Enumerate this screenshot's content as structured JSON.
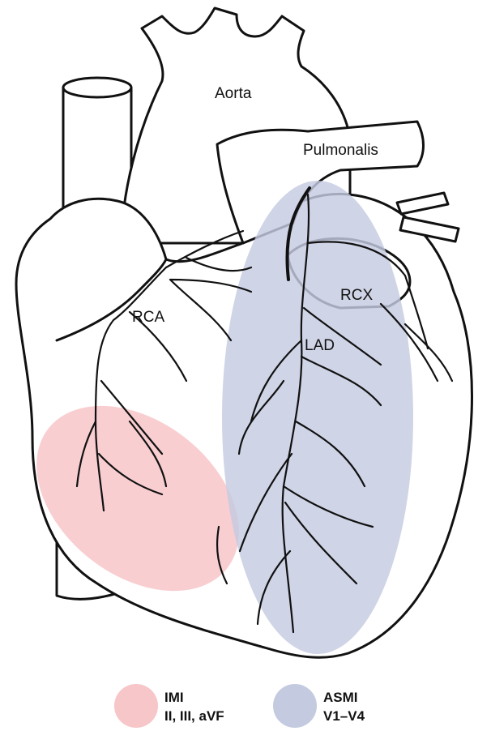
{
  "colors": {
    "imi_zone": "#f7c6c9",
    "asmi_zone": "#c4cbe0",
    "outline": "#111111"
  },
  "labels": {
    "aorta": "Aorta",
    "pulmonalis": "Pulmonalis",
    "rca": "RCA",
    "rcx": "RCX",
    "lad": "LAD"
  },
  "legend": [
    {
      "title": "IMI",
      "leads": "II, III, aVF",
      "color": "#f7c6c9"
    },
    {
      "title": "ASMI",
      "leads": "V1–V4",
      "color": "#c4cbe0"
    }
  ]
}
